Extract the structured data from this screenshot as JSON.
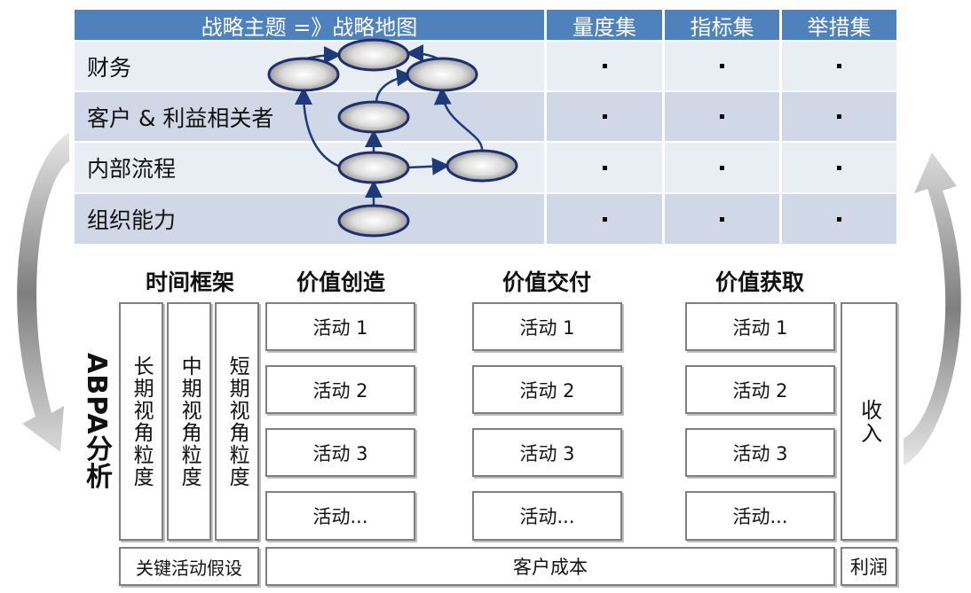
{
  "top_table": {
    "title": "战略主题 =》战略地图",
    "columns": [
      "量度集",
      "指标集",
      "举措集"
    ],
    "rows": [
      "财务",
      "客户 & 利益相关者",
      "内部流程",
      "组织能力"
    ]
  },
  "framework": {
    "time_frame_title": "时间框架",
    "value_creation_title": "价值创造",
    "value_delivery_title": "价值交付",
    "value_capture_title": "价值获取",
    "time_views": [
      "长期视角粒度",
      "中期视角粒度",
      "短期视角粒度"
    ],
    "activities": [
      "活动 1",
      "活动 2",
      "活动 3",
      "活动..."
    ],
    "revenue": "收入",
    "key_assumptions": "关键活动假设",
    "customer_cost": "客户成本",
    "profit": "利润"
  },
  "side_label": "ABPA分析",
  "colors": {
    "header_blue": "#4f81bd",
    "row_light": "#e9edf4",
    "row_dark": "#d0d8e8",
    "node_stroke": "#1f3a7a",
    "arrow_gray": "#808080"
  }
}
